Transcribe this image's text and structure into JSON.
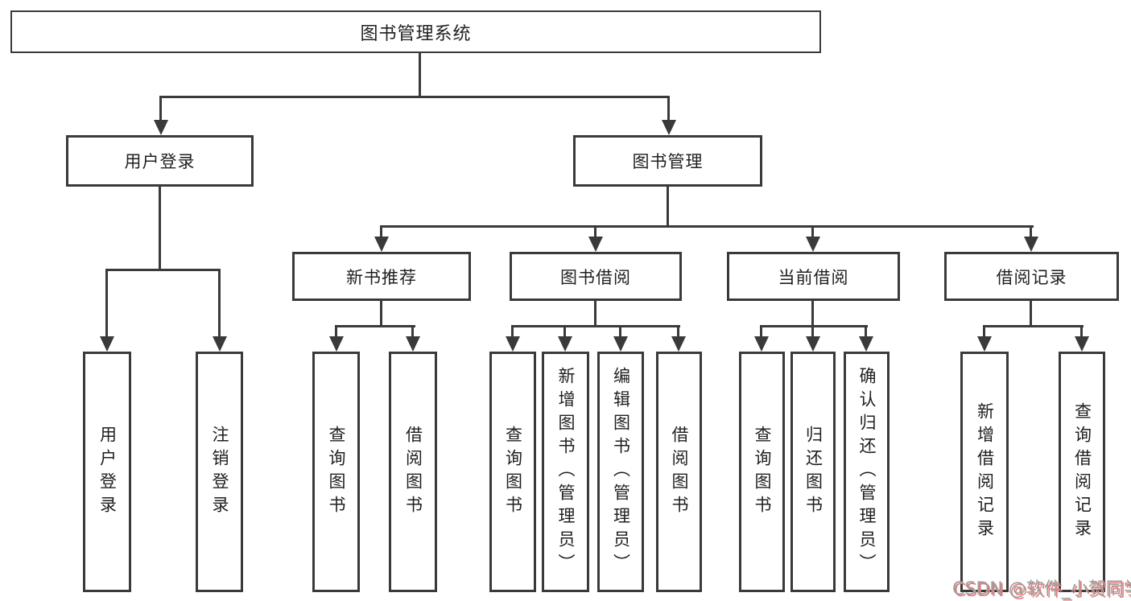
{
  "tree": {
    "root": {
      "label": "图书管理系统",
      "children": [
        {
          "label": "用户登录",
          "children": [
            {
              "label": "用户登录"
            },
            {
              "label": "注销登录"
            }
          ]
        },
        {
          "label": "图书管理",
          "children": [
            {
              "label": "新书推荐",
              "children": [
                {
                  "label": "查询图书"
                },
                {
                  "label": "借阅图书"
                }
              ]
            },
            {
              "label": "图书借阅",
              "children": [
                {
                  "label": "查询图书"
                },
                {
                  "label": "新增图书（管理员）"
                },
                {
                  "label": "编辑图书（管理员）"
                },
                {
                  "label": "借阅图书"
                }
              ]
            },
            {
              "label": "当前借阅",
              "children": [
                {
                  "label": "查询图书"
                },
                {
                  "label": "归还图书"
                },
                {
                  "label": "确认归还（管理员）"
                }
              ]
            },
            {
              "label": "借阅记录",
              "children": [
                {
                  "label": "新增借阅记录"
                },
                {
                  "label": "查询借阅记录"
                }
              ]
            }
          ]
        }
      ]
    }
  },
  "watermark": {
    "text": "CSDN @软件_小贺同学"
  },
  "colors": {
    "line": "#3a3a3a",
    "text": "#1f1f1f",
    "background": "#ffffff",
    "watermark": "#9e9e9e",
    "watermark_shadow": "#e87b7b"
  }
}
